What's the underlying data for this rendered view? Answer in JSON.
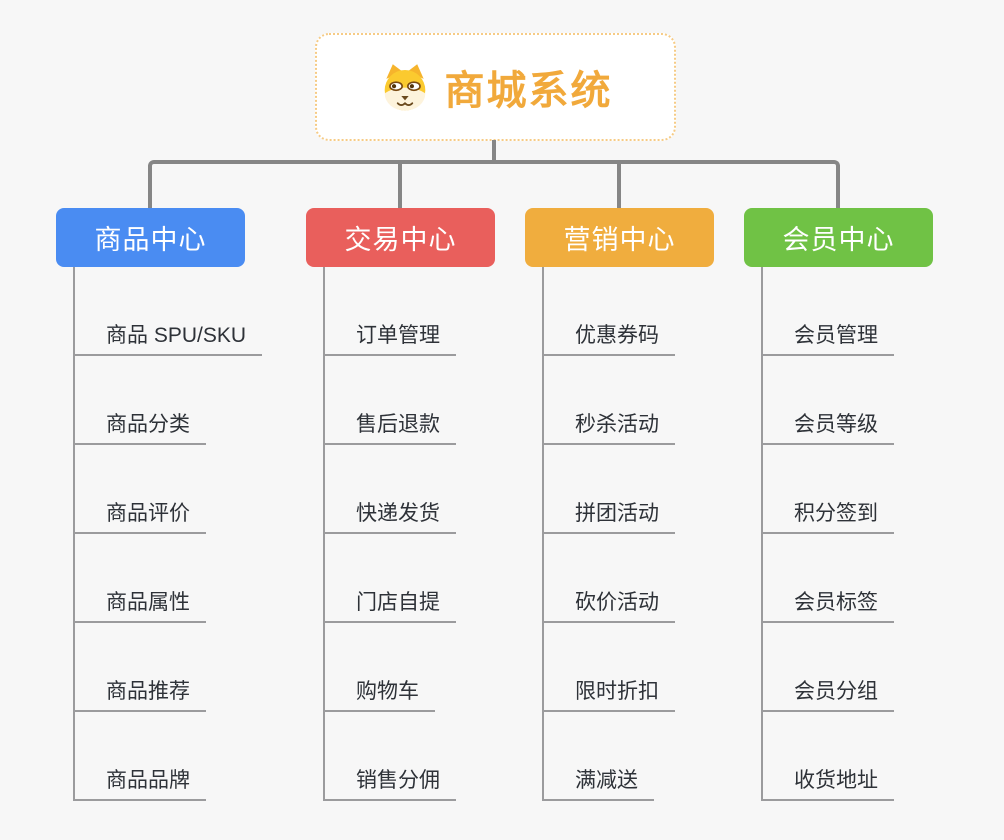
{
  "root": {
    "title": "商城系统",
    "icon": "dog-face-icon",
    "accent_color": "#f1a93b",
    "border_color": "#f6cb85",
    "background": "#ffffff"
  },
  "canvas": {
    "background": "#f7f7f7",
    "connector_color": "#868686",
    "child_line_color": "#9b9b9d",
    "child_text_color": "#2e3238"
  },
  "branches": [
    {
      "label": "商品中心",
      "color": "#4a8cf2",
      "children": [
        "商品 SPU/SKU",
        "商品分类",
        "商品评价",
        "商品属性",
        "商品推荐",
        "商品品牌"
      ]
    },
    {
      "label": "交易中心",
      "color": "#e95f5c",
      "children": [
        "订单管理",
        "售后退款",
        "快递发货",
        "门店自提",
        "购物车",
        "销售分佣"
      ]
    },
    {
      "label": "营销中心",
      "color": "#f0ad3e",
      "children": [
        "优惠券码",
        "秒杀活动",
        "拼团活动",
        "砍价活动",
        "限时折扣",
        "满减送"
      ]
    },
    {
      "label": "会员中心",
      "color": "#70c245",
      "children": [
        "会员管理",
        "会员等级",
        "积分签到",
        "会员标签",
        "会员分组",
        "收货地址"
      ]
    }
  ]
}
